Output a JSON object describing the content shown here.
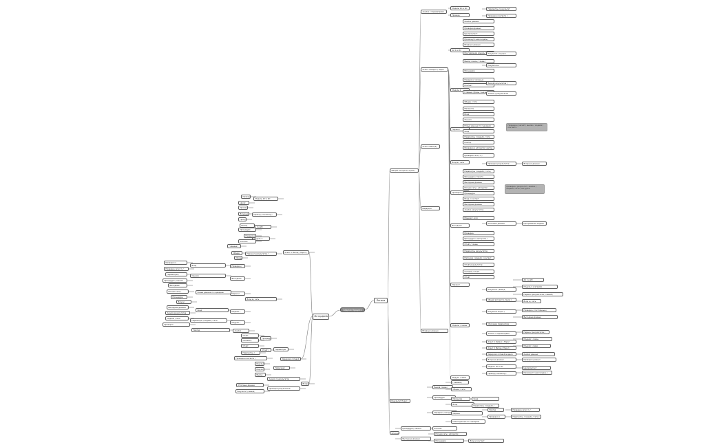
{
  "diagram": {
    "root": {
      "label": "Задачи Процесс"
    },
    "branches": {
      "right": {
        "label": "Логика"
      },
      "left": {
        "label": "Интерфейс"
      }
    },
    "right_tree": [
      {
        "label": "Общий алгоритм / Цели / Задачи"
      },
      {
        "label": "Результат Порог / Вероятность"
      },
      {
        "label": "Описание параметров"
      },
      {
        "label": "Анализ с параметрами"
      },
      {
        "label": "Агент 1 Запрос / Порог"
      },
      {
        "label": "Агент 2 Метод / Порог / Вероятность"
      },
      {
        "label": "Иерархия сетевой модели"
      },
      {
        "label": "Входные данные"
      },
      {
        "label": "Модель 1D и 2D"
      },
      {
        "label": "Провод / изолятор / постоянный"
      },
      {
        "label": "AC 1 и 2D"
      },
      {
        "label": "Модуль 2 (сетевой)"
      },
      {
        "label": "Перенос результатов / связей / тестирование модели"
      },
      {
        "label": "Вход в / сеть"
      },
      {
        "label": "Проверка / постоянные / контакт"
      },
      {
        "label": "Выходные данные"
      },
      {
        "label": "Перенос результатов / Процент / сетевой модели"
      },
      {
        "label": "Модели / схемы"
      },
      {
        "label": "Модули / связи"
      },
      {
        "label": "Анализ данных"
      },
      {
        "label": "Проверка данных"
      },
      {
        "label": "Цикл/контакт"
      },
      {
        "label": "Промежуточная модель / результат"
      },
      {
        "label": "Входные данные"
      },
      {
        "label": "Программная модель / индуктивности"
      },
      {
        "label": "Вывод схемы / схемы / нагрузки"
      },
      {
        "label": "Процедура"
      },
      {
        "label": "Передача / входные"
      },
      {
        "label": "Контакт"
      },
      {
        "label": "Главные / фазы / значения"
      },
      {
        "label": "Общие / сети"
      },
      {
        "label": "Механизм"
      },
      {
        "label": "Вход"
      },
      {
        "label": "Оценка"
      },
      {
        "label": "Новые данные по сценарию"
      },
      {
        "label": "Свод"
      },
      {
        "label": "Параметры / модели / сети"
      },
      {
        "label": "Повтор"
      },
      {
        "label": "Проверка и алгоритм / метод"
      },
      {
        "label": "Проверка сети / 1 / подстанции / шины"
      },
      {
        "label": "Параметры / модели / сети / связи / нагрузки"
      },
      {
        "label": "Процедура / пакета"
      },
      {
        "label": "Выходные данные"
      },
      {
        "label": "Полная сеть / алгоритм / модели / точки"
      },
      {
        "label": "Процедура"
      },
      {
        "label": "Вход и контакт"
      },
      {
        "label": "Выходные данные"
      },
      {
        "label": "Анализ результатов"
      },
      {
        "label": "Модели / сети"
      },
      {
        "label": "Проверка"
      },
      {
        "label": "Процедура и алгоритм / модели / сети"
      },
      {
        "label": "Отчёт / схемы"
      },
      {
        "label": "Параметры результатов"
      },
      {
        "label": "Нагрузка / модели / контакт"
      },
      {
        "label": "Отчёт результатов"
      },
      {
        "label": "Сетевой / отчёт"
      },
      {
        "label": "Отчёт"
      },
      {
        "label": "Параметры / результат"
      },
      {
        "label": "Проверка контакта / результата"
      },
      {
        "label": "Результат / оценка"
      },
      {
        "label": "Результаты"
      },
      {
        "label": "Вывод результатов / модели / сети"
      },
      {
        "label": "Анализ / результатов"
      },
      {
        "label": "Проверка результатов"
      },
      {
        "label": "Итоговые данные"
      },
      {
        "label": "Результат / вывод"
      }
    ],
    "notes": [
      {
        "label": "Проверка / расчёт / анализ / модели / контакта"
      },
      {
        "label": "Проверка / результат / анализ / модели / сети / нагрузки"
      }
    ]
  }
}
